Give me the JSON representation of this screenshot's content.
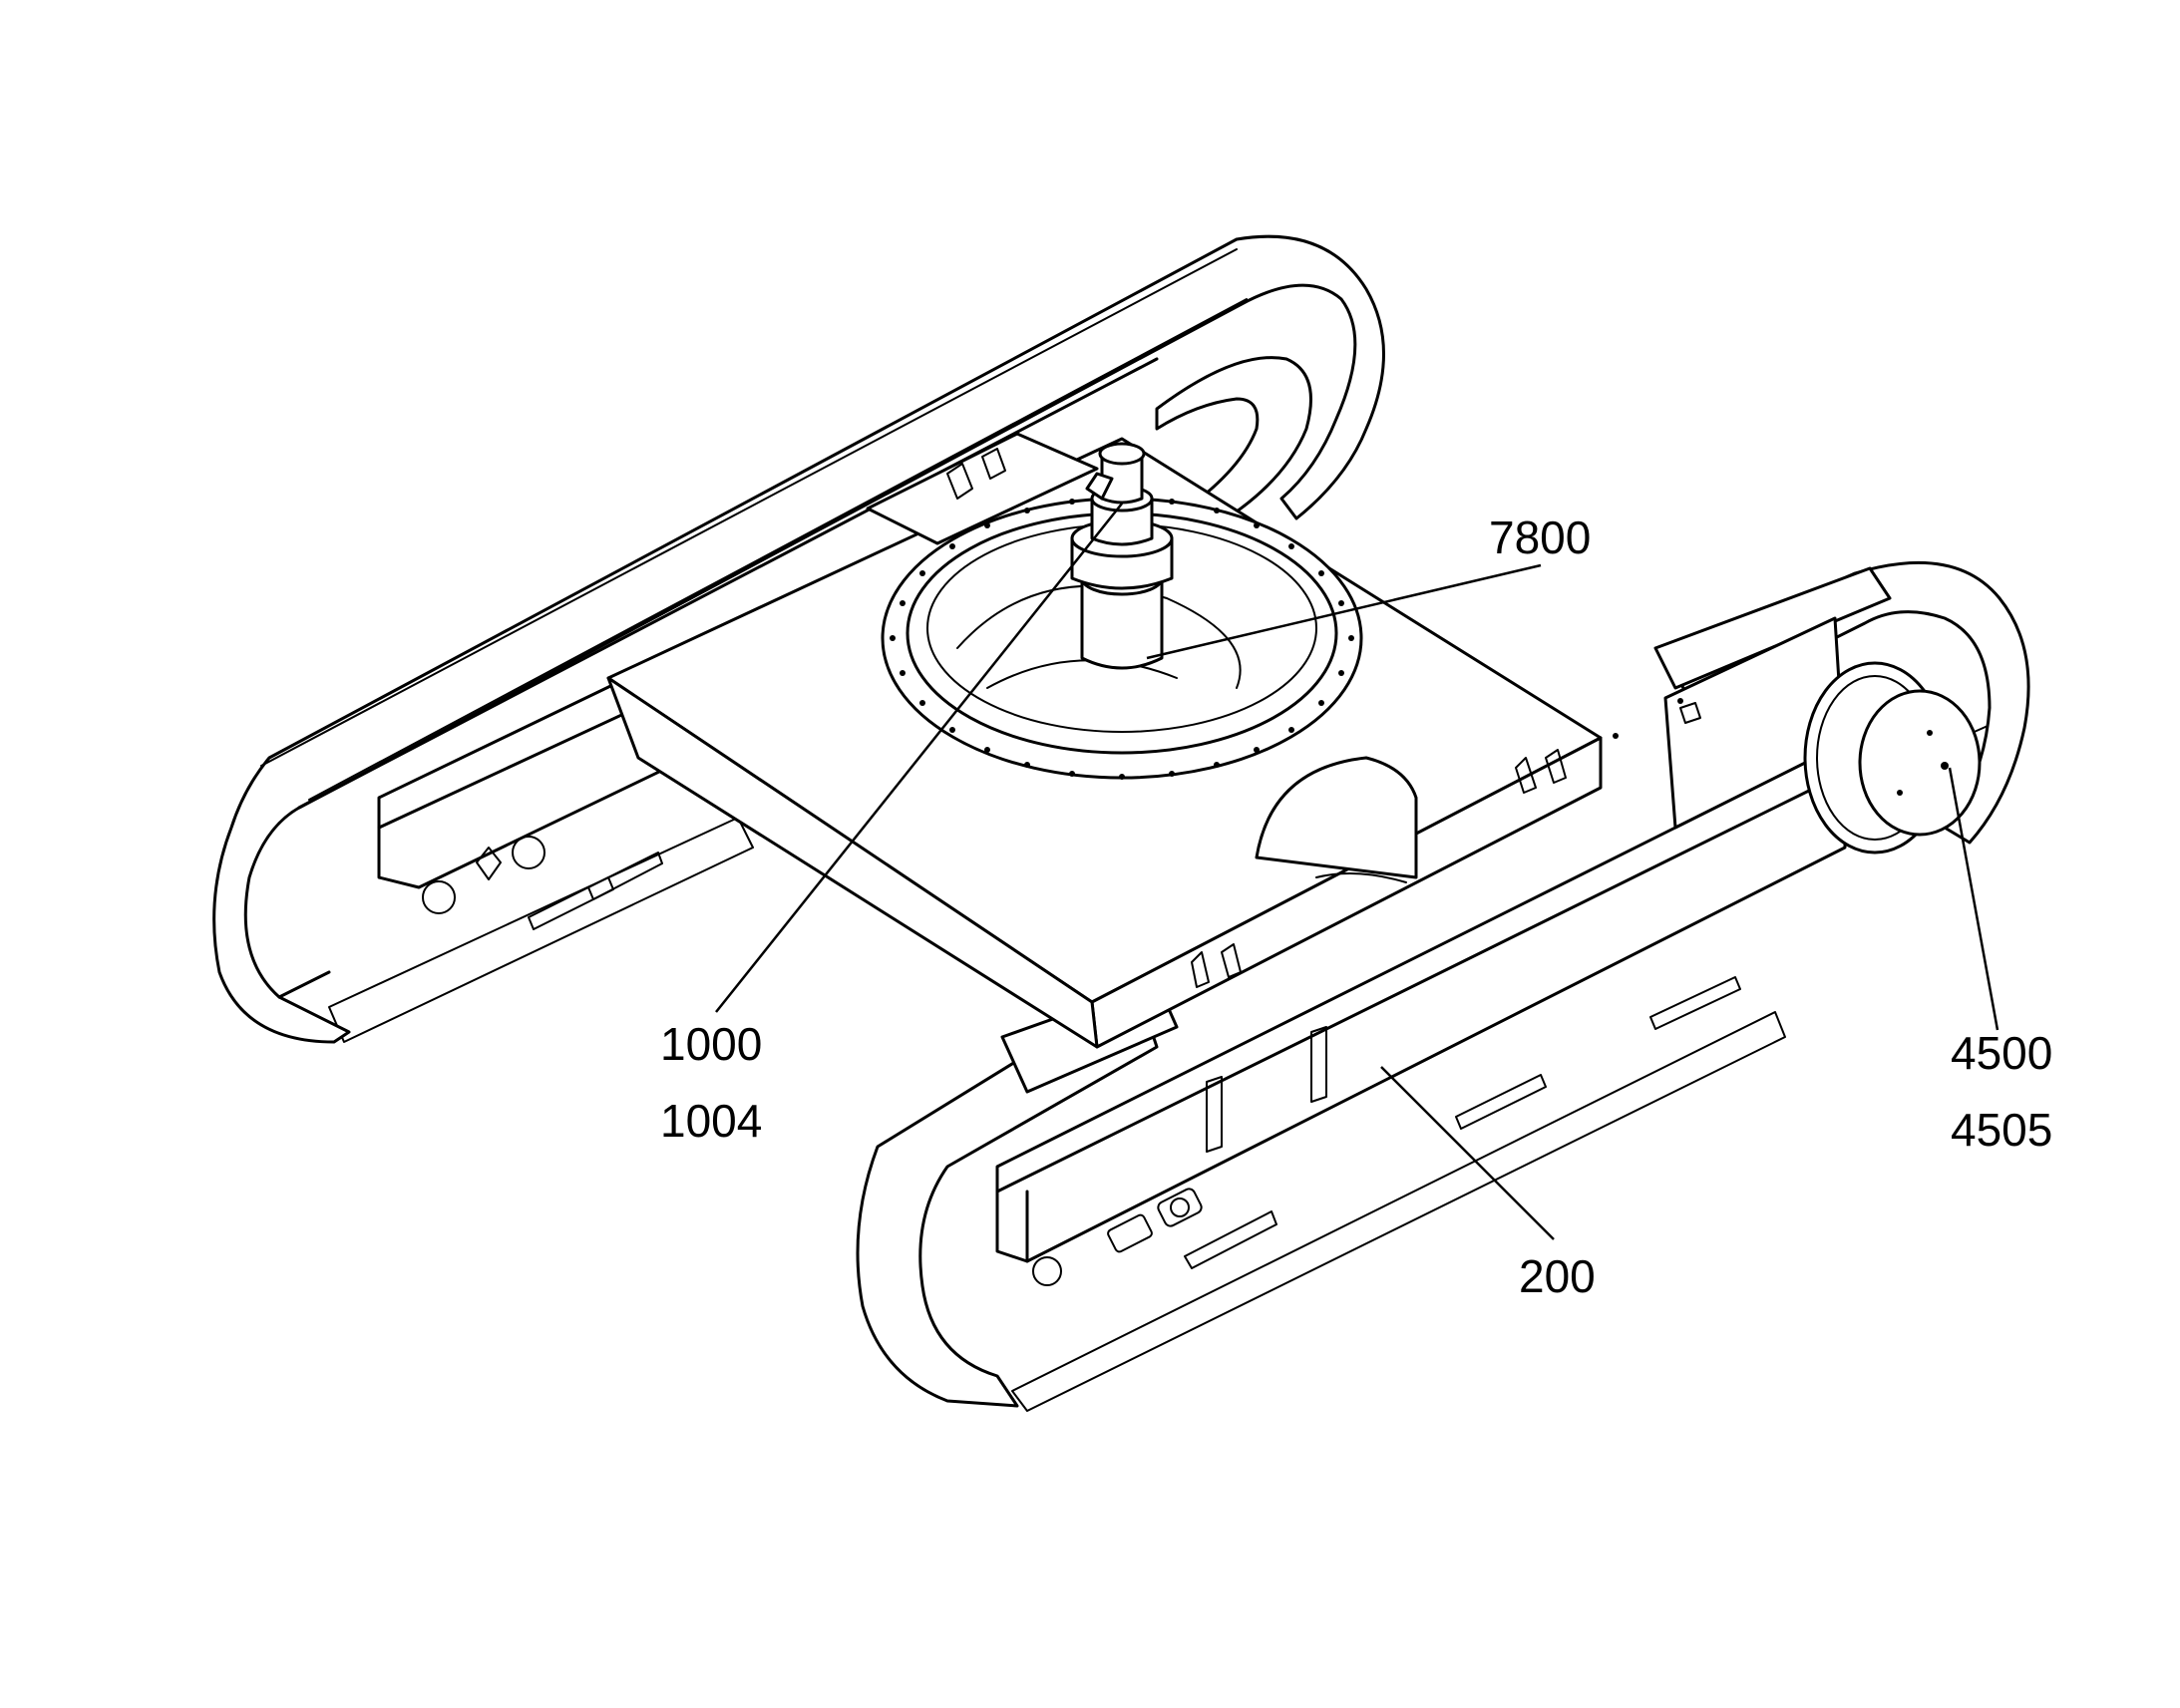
{
  "figure": {
    "callouts": [
      {
        "id": "7800",
        "label": "7800"
      },
      {
        "id": "1000",
        "label": "1000"
      },
      {
        "id": "1004",
        "label": "1004"
      },
      {
        "id": "4500",
        "label": "4500"
      },
      {
        "id": "4505",
        "label": "4505"
      },
      {
        "id": "200",
        "label": "200"
      }
    ]
  }
}
